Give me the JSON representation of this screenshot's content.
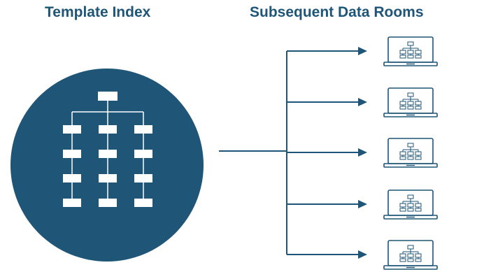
{
  "template_index": {
    "title": "Template Index"
  },
  "data_rooms": {
    "title": "Subsequent Data Rooms",
    "count": 5
  },
  "colors": {
    "primary": "#1f5577",
    "background": "#ffffff"
  },
  "icons": {
    "index_icon": "org-chart-grid-icon",
    "room_icon": "laptop-org-chart-icon"
  }
}
